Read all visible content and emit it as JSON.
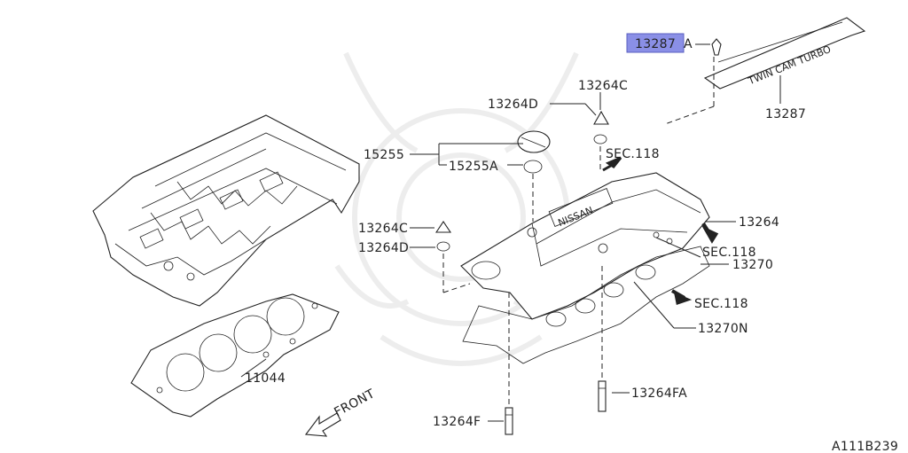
{
  "callouts": {
    "c13287a": "13287A",
    "c13287": "13287",
    "c13264c_top": "13264C",
    "c13264d_top": "13264D",
    "c15255": "15255",
    "c15255a": "15255A",
    "sec118_a": "SEC.118",
    "c13264": "13264",
    "c13264c_mid": "13264C",
    "c13264d_mid": "13264D",
    "sec118_b": "SEC.118",
    "c13270": "13270",
    "sec118_c": "SEC.118",
    "c13270n": "13270N",
    "c11044": "11044",
    "c13264fa": "13264FA",
    "c13264f": "13264F",
    "front": "FRONT"
  },
  "highlight": {
    "callout": "13287",
    "color": "#8a8fe6"
  },
  "footer": {
    "figure_code": "A111B239"
  },
  "icons": {
    "arrow": "arrow-icon",
    "front_arrow": "front-arrow-icon"
  }
}
